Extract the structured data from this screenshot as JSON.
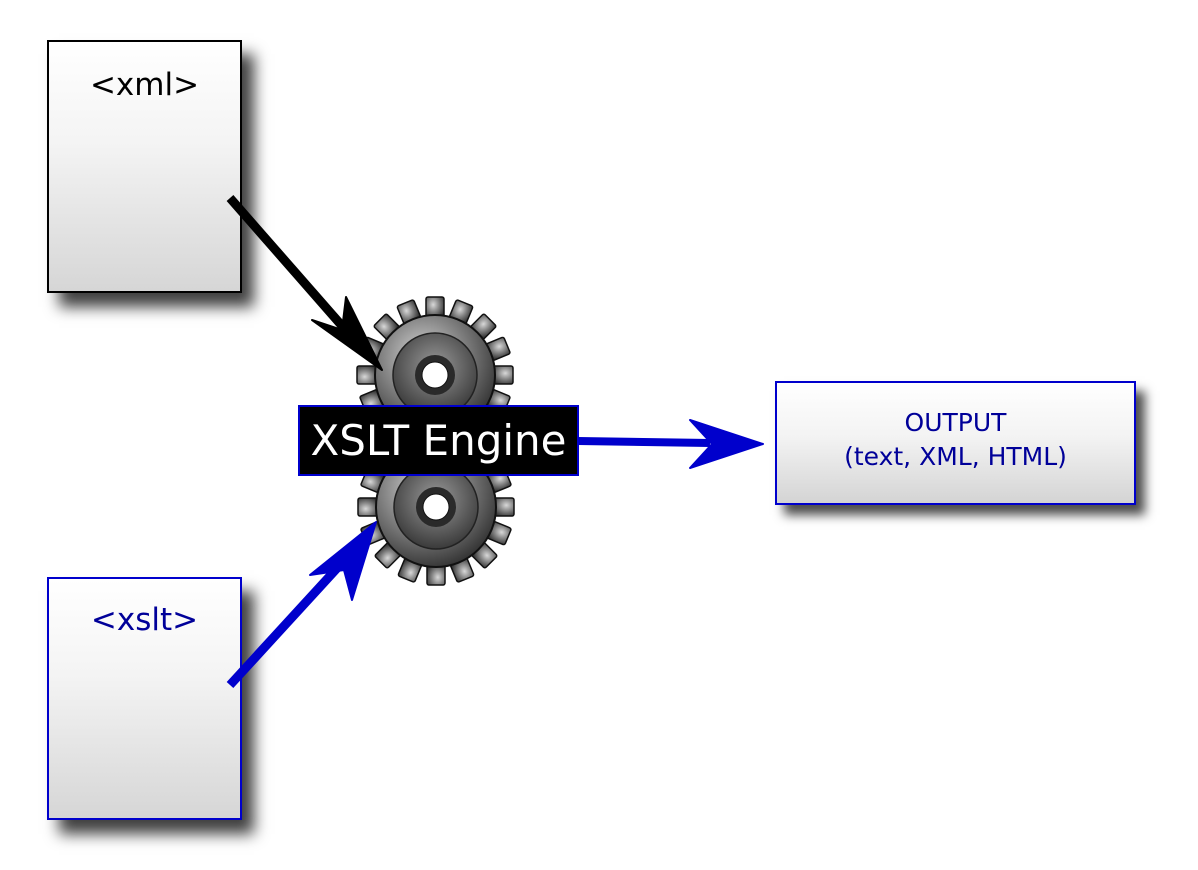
{
  "diagram": {
    "input_xml": {
      "label": "<xml>"
    },
    "input_xslt": {
      "label": "<xslt>"
    },
    "engine": {
      "label": "XSLT Engine",
      "icon": "gears-icon"
    },
    "output": {
      "line1": "OUTPUT",
      "line2": "(text, XML, HTML)"
    },
    "colors": {
      "xml_arrow": "#000000",
      "xslt_arrow": "#0000cc",
      "output_arrow": "#0000cc",
      "output_text": "#000099",
      "engine_background": "#000000",
      "engine_text": "#ffffff"
    }
  }
}
